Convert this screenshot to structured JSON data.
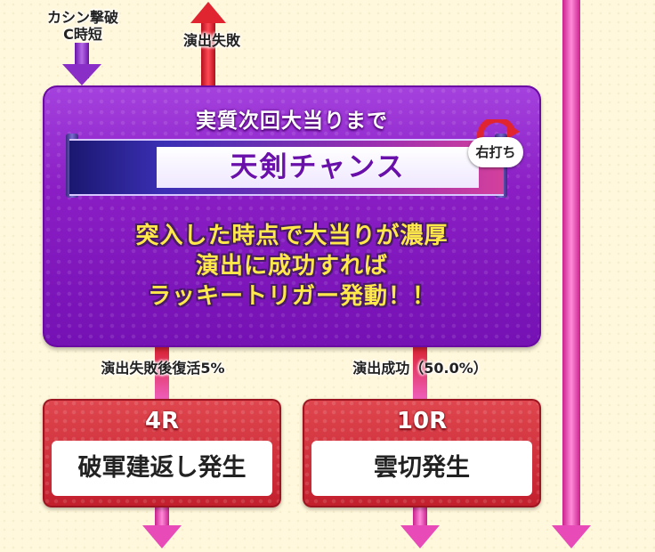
{
  "flow_labels": {
    "kashin_line1": "カシン撃破",
    "kashin_line2": "C時短",
    "fail_top": "演出失敗",
    "revival": "演出失敗後復活5%",
    "success": "演出成功（50.0%）"
  },
  "main_box": {
    "title": "実質次回大当りまで",
    "banner": "天剣チャンス",
    "badge": "右打ち",
    "lines": [
      "突入した時点で大当りが濃厚",
      "演出に成功すれば",
      "ラッキートリガー発動！！"
    ]
  },
  "results": [
    {
      "round": "4R",
      "event": "破軍建返し発生"
    },
    {
      "round": "10R",
      "event": "雲切発生"
    }
  ],
  "colors": {
    "background": "#fff8dc",
    "main_box": "#8b22c6",
    "result_box": "#c21f2c",
    "arrow_red": "#e02530",
    "arrow_pink": "#f060c0",
    "arrow_purple": "#8a2ec8",
    "banner_text": "#6a10aa",
    "highlight_text": "#ffe94a"
  }
}
